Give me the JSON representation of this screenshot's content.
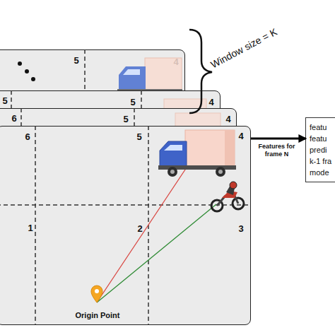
{
  "diagram": {
    "nodes": [
      {
        "text": [
          "5",
          "4"
        ]
      },
      {
        "text": [
          "5",
          "5",
          "4"
        ]
      },
      {
        "text": [
          "6",
          "5",
          "4"
        ]
      },
      {
        "text": [
          "6",
          "5",
          "4",
          "1",
          "2",
          "3"
        ]
      },
      {
        "text": [
          "featu",
          "featu",
          "predi",
          "k-1 fra",
          "mode"
        ]
      }
    ],
    "edges": [
      {
        "from": 3,
        "to": 4,
        "label": "Features for frame N",
        "arrow": "to"
      }
    ],
    "labels": [
      "Origin Point",
      "Window size = K"
    ]
  }
}
